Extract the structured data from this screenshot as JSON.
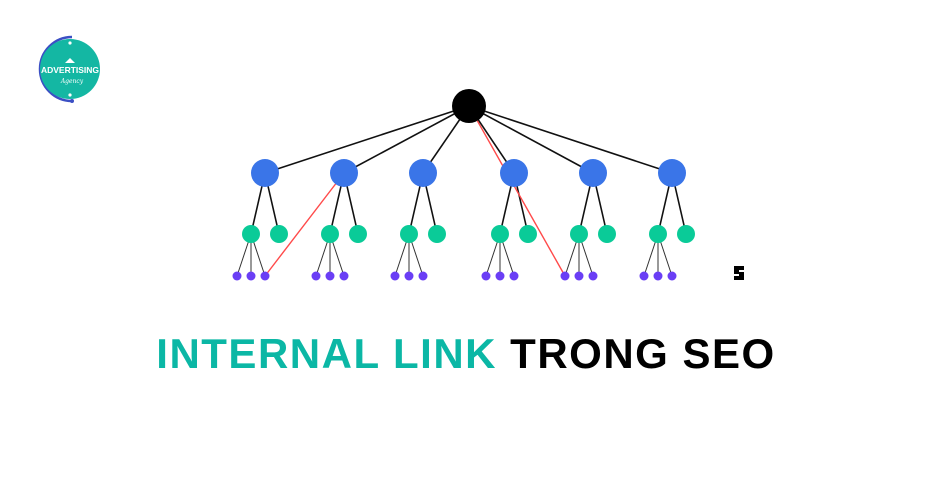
{
  "logo": {
    "text": "ADVERTISING",
    "subtext": "Agency"
  },
  "colors": {
    "root": "#000000",
    "level1": "#3a75e8",
    "level2": "#0acb98",
    "level3": "#6a3ef5",
    "edge": "#111111",
    "internal_link": "#ff4a4a",
    "title_accent": "#0bb7a5",
    "title_dark": "#000000"
  },
  "tree": {
    "level1_count": 6,
    "level2_per_parent": 2,
    "level3_per_first_child": 3,
    "internal_links": [
      {
        "from": "level1-2",
        "to": "level3-group1-3"
      },
      {
        "from": "root",
        "to": "level3-group5-1"
      }
    ]
  },
  "title": {
    "accent": "INTERNAL LINK",
    "dark": "TRONG SEO"
  }
}
